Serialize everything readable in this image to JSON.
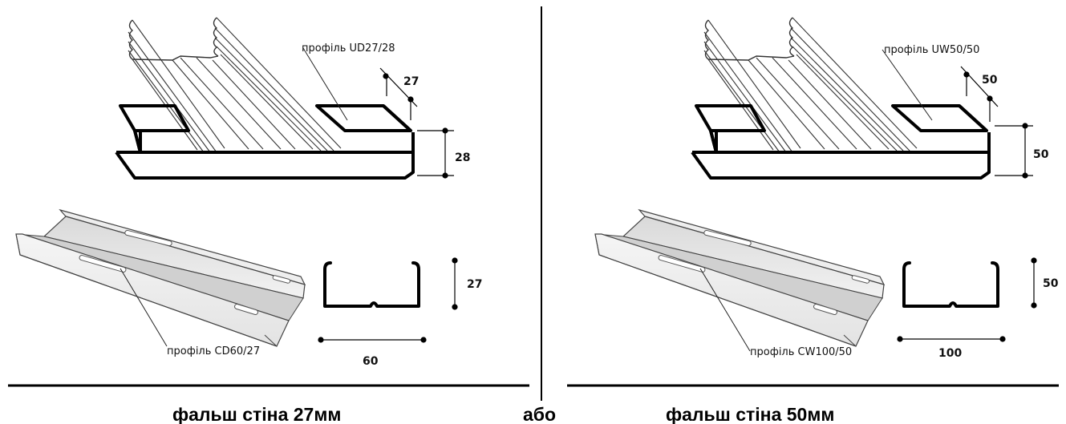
{
  "left": {
    "top_profile_label": "профіль UD27/28",
    "top_width_dim": "27",
    "top_height_dim": "28",
    "bottom_profile_label": "профіль CD60/27",
    "section_height_dim": "27",
    "section_width_dim": "60",
    "caption": "фальш стіна 27мм"
  },
  "separator": {
    "caption": "або"
  },
  "right": {
    "top_profile_label": "профіль UW50/50",
    "top_width_dim": "50",
    "top_height_dim": "50",
    "bottom_profile_label": "профіль CW100/50",
    "section_height_dim": "50",
    "section_width_dim": "100",
    "caption": "фальш стіна 50мм"
  }
}
